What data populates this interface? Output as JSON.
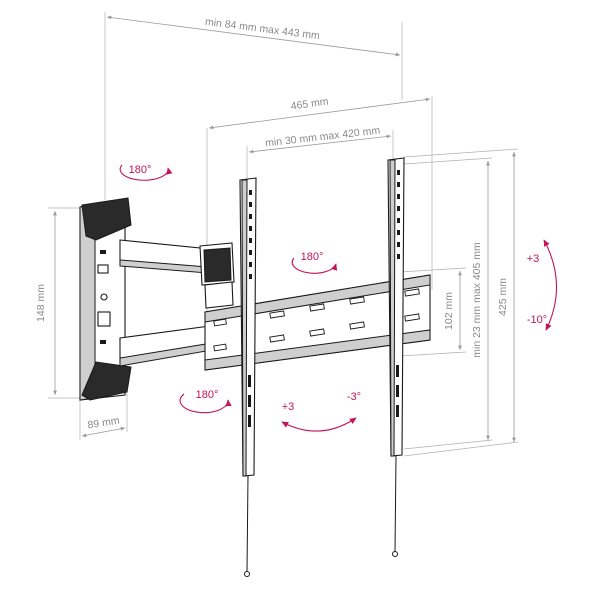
{
  "dimensions": {
    "arm_extension": "min 84 mm max 443 mm",
    "plate_width": "465 mm",
    "vesa_horizontal": "min 30 mm max 420 mm",
    "wall_plate_height": "148 mm",
    "wall_plate_depth": "89 mm",
    "rail_height": "102 mm",
    "vesa_vertical": "min 23 mm max 405 mm",
    "bracket_height": "425 mm"
  },
  "rotations": {
    "wall_swivel": "180°",
    "center_swivel": "180°",
    "lower_swivel": "180°",
    "level_plus": "+3",
    "level_minus": "-3°",
    "tilt_up": "+3",
    "tilt_down": "-10°"
  },
  "colors": {
    "accent": "#c4145a",
    "dimension": "#8a8a8a",
    "outline": "#1a1a1a"
  }
}
